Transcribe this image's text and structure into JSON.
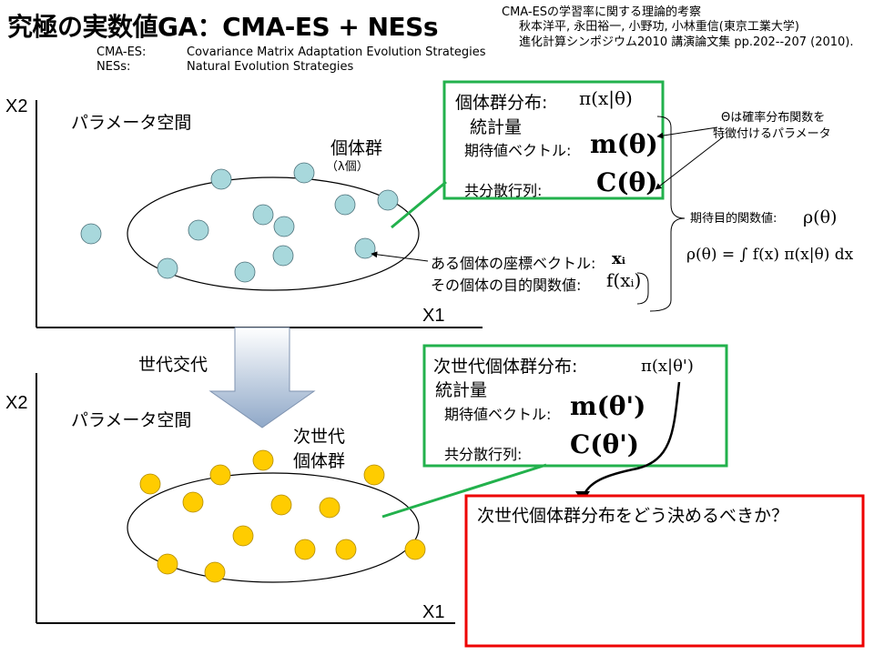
{
  "title": "究極の実数値GA：CMA-ES + NESs",
  "reference": {
    "line1": "CMA-ESの学習率に関する理論的考察",
    "line2": "秋本洋平, 永田裕一, 小野功, 小林重信(東京工業大学)",
    "line3": "進化計算シンポジウム2010 講演論文集 pp.202--207 (2010)."
  },
  "abbrev": {
    "cma_term": "CMA-ES:",
    "cma_full": "Covariance Matrix Adaptation Evolution Strategies",
    "nes_term": "NESs:",
    "nes_full": "Natural Evolution Strategies"
  },
  "top_panel": {
    "y_axis": "X2",
    "x_axis": "X1",
    "space_label": "パラメータ空間",
    "population_label": "個体群",
    "population_count": "（λ個）",
    "box_title": "個体群分布:",
    "box_title_formula": "π(x|θ)",
    "stats_label": "統計量",
    "mean_label": "期待値ベクトル:",
    "mean_formula": "m(θ)",
    "cov_label": "共分散行列:",
    "cov_formula": "C(θ)",
    "coord_label": "ある個体の座標ベクトル:",
    "coord_formula": "xᵢ",
    "obj_label": "その個体の目的関数値:",
    "obj_formula": "f(xᵢ)"
  },
  "annotations": {
    "theta_note_line1": "Θは確率分布関数を",
    "theta_note_line2": "特徴付けるパラメータ",
    "expected_obj_label": "期待目的関数値:",
    "expected_obj_symbol": "ρ(θ)",
    "integral_formula": "ρ(θ) = ∫ f(x) π(x|θ) dx"
  },
  "transition_label": "世代交代",
  "bottom_panel": {
    "y_axis": "X2",
    "x_axis": "X1",
    "space_label": "パラメータ空間",
    "next_pop_line1": "次世代",
    "next_pop_line2": "個体群",
    "box_title": "次世代個体群分布:",
    "box_title_formula": "π(x|θ')",
    "stats_label": "統計量",
    "mean_label": "期待値ベクトル:",
    "mean_formula": "m(θ')",
    "cov_label": "共分散行列:",
    "cov_formula": "C(θ')"
  },
  "question": "次世代個体群分布をどう決めるべきか？",
  "colors": {
    "top_individual": "#a8d8dc",
    "bottom_individual": "#ffcc00",
    "green_box": "#22b14c",
    "red_box": "#ee0000",
    "arrow_gradient_top": "#ffffff",
    "arrow_gradient_bottom": "#8fa8c8"
  },
  "chart_data": {
    "type": "scatter",
    "top_individuals": [
      [
        100,
        257
      ],
      [
        184,
        295
      ],
      [
        243,
        197
      ],
      [
        334,
        190
      ],
      [
        218,
        253
      ],
      [
        269,
        299
      ],
      [
        289,
        236
      ],
      [
        312,
        249
      ],
      [
        311,
        281
      ],
      [
        379,
        225
      ],
      [
        426,
        220
      ],
      [
        401,
        273
      ]
    ],
    "bottom_individuals": [
      [
        165,
        532
      ],
      [
        184,
        620
      ],
      [
        212,
        552
      ],
      [
        236,
        629
      ],
      [
        242,
        522
      ],
      [
        267,
        589
      ],
      [
        289,
        506
      ],
      [
        309,
        555
      ],
      [
        335,
        604
      ],
      [
        362,
        558
      ],
      [
        380,
        604
      ],
      [
        411,
        522
      ],
      [
        456,
        604
      ]
    ]
  }
}
